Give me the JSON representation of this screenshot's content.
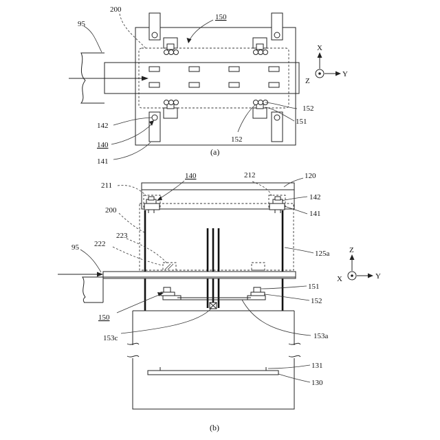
{
  "panel_a": {
    "caption": "(a)",
    "labels": {
      "l200": "200",
      "l150": "150",
      "l95": "95",
      "l152a": "152",
      "l151": "151",
      "l152b": "152",
      "l142": "142",
      "l140": "140",
      "l141": "141"
    },
    "axes": {
      "x": "X",
      "y": "Y",
      "z": "Z"
    }
  },
  "panel_b": {
    "caption": "(b)",
    "labels": {
      "l140": "140",
      "l212": "212",
      "l120": "120",
      "l211": "211",
      "l142": "142",
      "l141": "141",
      "l200": "200",
      "l223": "223",
      "l222": "222",
      "l125a": "125a",
      "l95": "95",
      "l151": "151",
      "l152": "152",
      "l150": "150",
      "l153c": "153c",
      "l153a": "153a",
      "l131": "131",
      "l130": "130"
    },
    "axes": {
      "z": "Z",
      "x": "X",
      "y": "Y"
    }
  }
}
